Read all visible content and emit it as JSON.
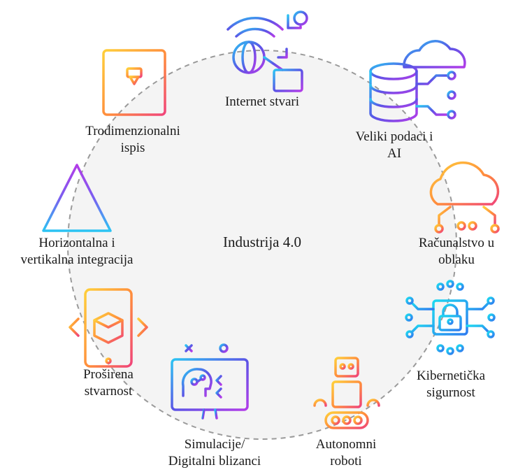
{
  "center": {
    "label": "Industrija 4.0"
  },
  "nodes": [
    {
      "id": "iot",
      "icon": "iot-globe-network-icon",
      "lines": [
        "Internet stvari"
      ]
    },
    {
      "id": "bigdata",
      "icon": "database-cloud-icon",
      "lines": [
        "Veliki podaci i",
        "AI"
      ]
    },
    {
      "id": "cloud",
      "icon": "cloud-computing-icon",
      "lines": [
        "Računalstvo u",
        "oblaku"
      ]
    },
    {
      "id": "cyber",
      "icon": "padlock-circuit-icon",
      "lines": [
        "Kibernetička",
        "sigurnost"
      ]
    },
    {
      "id": "robots",
      "icon": "robot-icon",
      "lines": [
        "Autonomni",
        "roboti"
      ]
    },
    {
      "id": "sim",
      "icon": "monitor-head-icon",
      "lines": [
        "Simulacije/",
        "Digitalni blizanci"
      ]
    },
    {
      "id": "ar",
      "icon": "phone-cube-icon",
      "lines": [
        "Proširena",
        "stvarnost"
      ]
    },
    {
      "id": "integration",
      "icon": "pyramid-icon",
      "lines": [
        "Horizontalna i",
        "vertikalna integracija"
      ]
    },
    {
      "id": "print3d",
      "icon": "3d-printer-icon",
      "lines": [
        "Trodimenzionalni",
        "ispis"
      ]
    }
  ],
  "colors": {
    "circle_fill": "#f4f4f4",
    "circle_stroke": "#9a9a9a",
    "gradient_blue_purple": [
      "#2bc4f3",
      "#5a55e6",
      "#b33ce8"
    ],
    "gradient_orange_pink": [
      "#ffcf3a",
      "#ff8a3d",
      "#f0447a"
    ],
    "gradient_cyan_blue": [
      "#1ed8f0",
      "#2f7df0"
    ]
  }
}
